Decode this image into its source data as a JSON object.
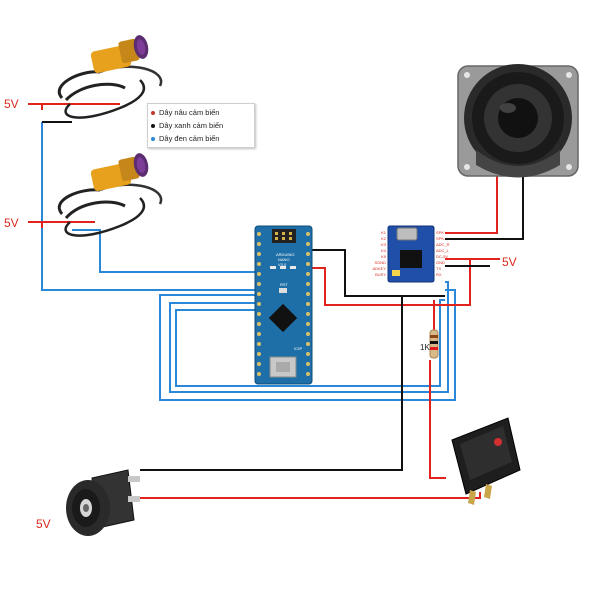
{
  "labels": {
    "v5_top": "5V",
    "v5_mid": "5V",
    "v5_right": "5V",
    "v5_bottom": "5V",
    "resistor": "1K"
  },
  "legend": {
    "items": [
      {
        "text": "Dây nâu cảm biến",
        "color": "#c0392b"
      },
      {
        "text": "Dây xanh cảm biến",
        "color": "#111111"
      },
      {
        "text": "Dây đen cảm biến",
        "color": "#2b88d8"
      }
    ]
  },
  "arduino": {
    "title_lines": [
      "ARDUINO",
      "NANO",
      "V3.0"
    ],
    "reset_label": "RST",
    "bottom_label": "ICSP"
  },
  "mp3_module": {
    "left_pins": [
      "K1",
      "K2",
      "K3",
      "K4",
      "K5",
      "SGND",
      "ADKEY",
      "BUSY"
    ],
    "right_pins": [
      "SPK+",
      "SPK-",
      "ADC_R",
      "ADC_L",
      "DC-5V",
      "GND",
      "TX",
      "RX"
    ]
  },
  "colors": {
    "red": "#e0231c",
    "black": "#111111",
    "blue": "#2b88d8",
    "board": "#1e6fa8",
    "label_red": "#d62a1e"
  }
}
